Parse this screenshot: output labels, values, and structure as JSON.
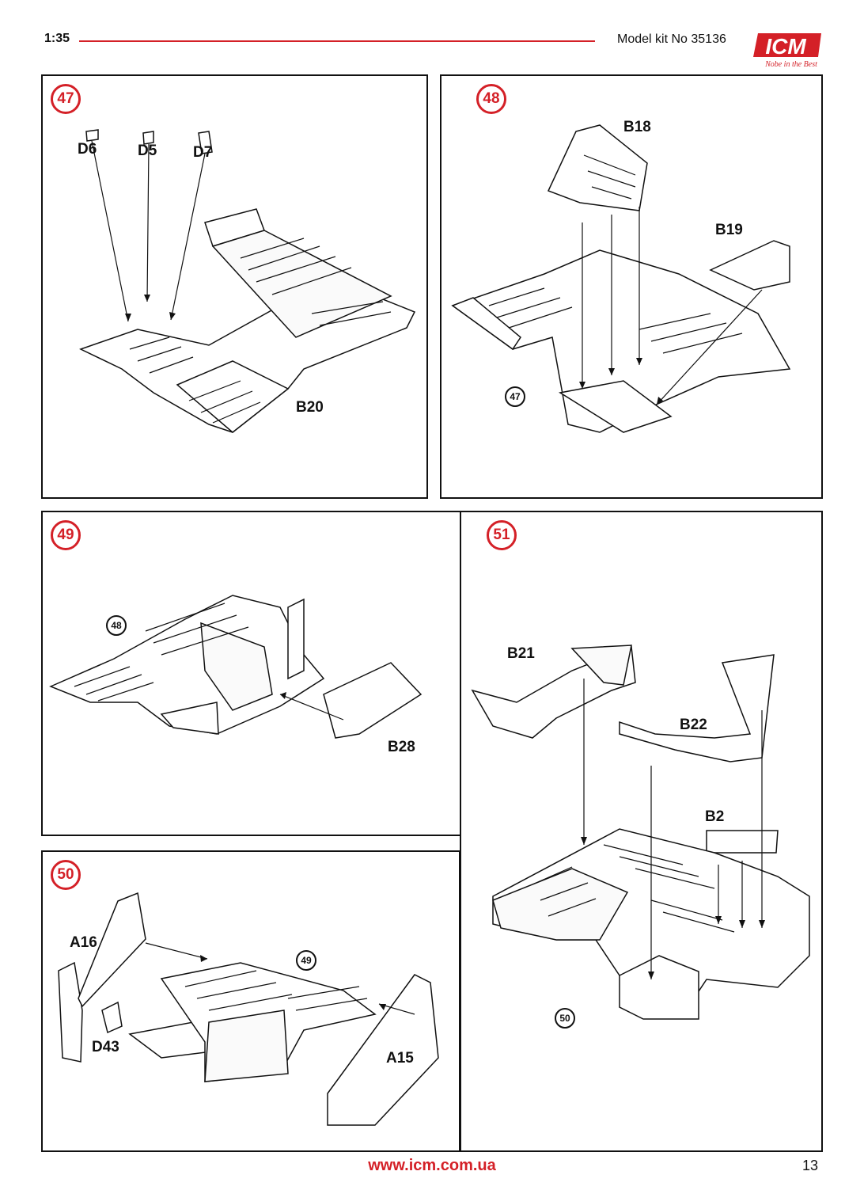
{
  "header": {
    "scale": "1:35",
    "kit": "Model kit No 35136",
    "logo_text": "ICM",
    "logo_tagline": "Nobe in the Best",
    "accent": "#d42027"
  },
  "steps": {
    "s47": {
      "number": "47",
      "parts": {
        "d6": "D6",
        "d5": "D5",
        "d7": "D7",
        "b20": "B20"
      }
    },
    "s48": {
      "number": "48",
      "ref": "47",
      "parts": {
        "b18": "B18",
        "b19": "B19"
      }
    },
    "s49": {
      "number": "49",
      "ref": "48",
      "parts": {
        "b28": "B28"
      }
    },
    "s50": {
      "number": "50",
      "ref": "49",
      "parts": {
        "a16": "A16",
        "d43": "D43",
        "a15": "A15"
      }
    },
    "s51": {
      "number": "51",
      "ref": "50",
      "parts": {
        "b21": "B21",
        "b22": "B22",
        "b2": "B2"
      }
    }
  },
  "footer": {
    "url": "www.icm.com.ua",
    "page": "13"
  }
}
